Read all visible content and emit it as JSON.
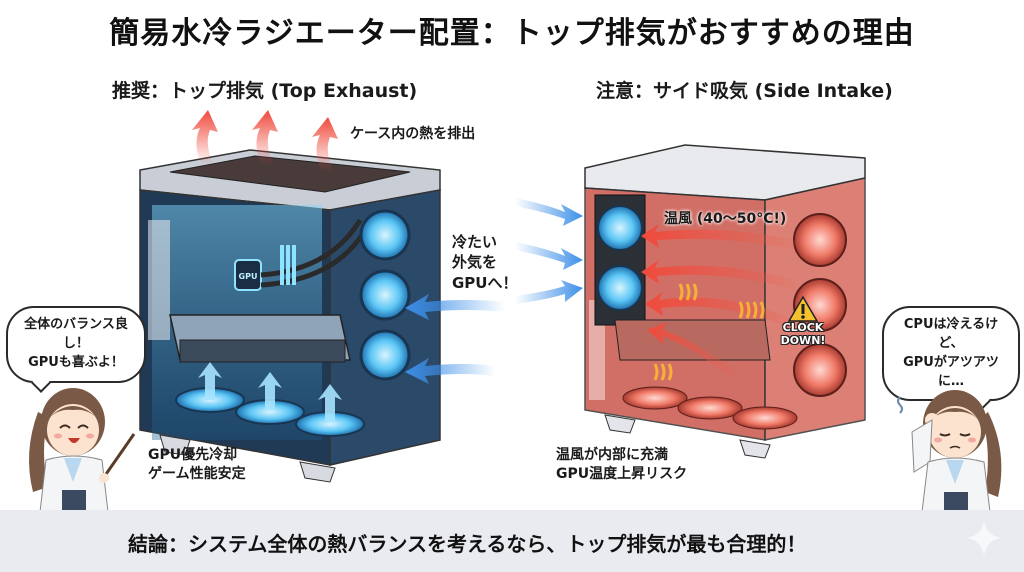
{
  "header": {
    "title": "簡易水冷ラジエーター配置：トップ排気がおすすめの理由"
  },
  "left_panel": {
    "heading": "推奨：トップ排気 (Top Exhaust)",
    "top_note": "ケース内の熱を排出",
    "side_note": [
      "冷たい",
      "外気を",
      "GPUへ！"
    ],
    "bottom_note": [
      "GPU優先冷却",
      "ゲーム性能安定"
    ],
    "radiator_label": "GPU",
    "theme_color": "#4fb6f0",
    "exhaust_arrow_color": "#ef4a3c",
    "intake_arrow_color": "#3d8fe8"
  },
  "right_panel": {
    "heading": "注意：サイド吸気 (Side Intake)",
    "hot_air_label": "温風 (40〜50°C!)",
    "warning_label": [
      "CLOCK",
      "DOWN!"
    ],
    "bottom_note": [
      "温風が内部に充満",
      "GPU温度上昇リスク"
    ],
    "theme_color": "#ef5a4a",
    "warning_color": "#f5c12e"
  },
  "characters": {
    "left": {
      "speech": [
        "全体のバランス良し！",
        "GPUも喜ぶよ！"
      ],
      "mood": "happy"
    },
    "right": {
      "speech": [
        "CPUは冷えるけど、",
        "GPUがアツアツに…"
      ],
      "mood": "troubled"
    }
  },
  "footer": {
    "conclusion": "結論：システム全体の熱バランスを考えるなら、トップ排気が最も合理的！",
    "icon": "sparkle-icon"
  }
}
